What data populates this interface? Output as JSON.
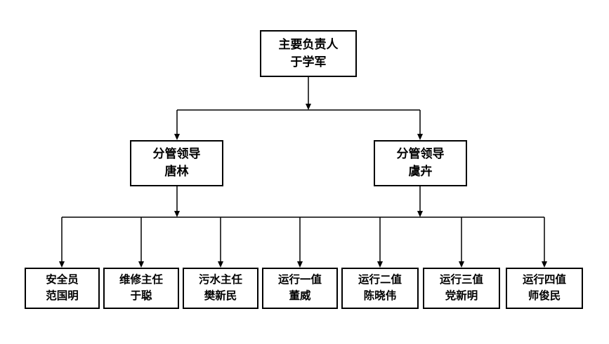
{
  "diagram": {
    "type": "org-chart",
    "colors": {
      "background": "#ffffff",
      "line": "#000000",
      "box_border": "#000000",
      "text": "#000000"
    },
    "root": {
      "role": "主要负责人",
      "name": "于学军"
    },
    "managers": [
      {
        "role": "分管领导",
        "name": "唐林"
      },
      {
        "role": "分管领导",
        "name": "虞卉"
      }
    ],
    "staff": [
      {
        "role": "安全员",
        "name": "范国明"
      },
      {
        "role": "维修主任",
        "name": "于聪"
      },
      {
        "role": "污水主任",
        "name": "樊新民"
      },
      {
        "role": "运行一值",
        "name": "董威"
      },
      {
        "role": "运行二值",
        "name": "陈晓伟"
      },
      {
        "role": "运行三值",
        "name": "党新明"
      },
      {
        "role": "运行四值",
        "name": "师俊民"
      }
    ]
  }
}
